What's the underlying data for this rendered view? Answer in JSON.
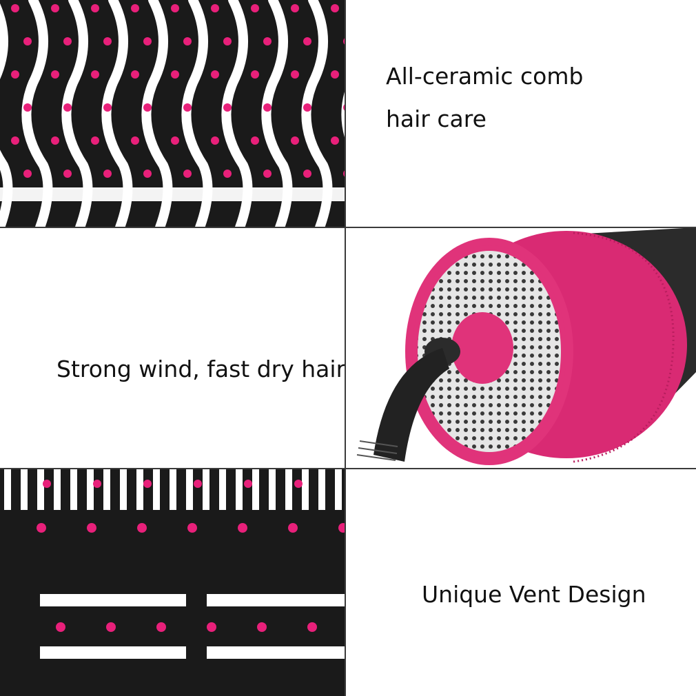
{
  "captions": {
    "ceramic_line1": "All-ceramic comb",
    "ceramic_line2": "hair care",
    "wind": "Strong wind, fast dry hair",
    "vent": "Unique Vent Design"
  },
  "colors": {
    "brush_body": "#1a1a1a",
    "bristle_tip": "#e8207a",
    "barrel_pink": "#e0337a",
    "barrel_dark": "#2b2b2b",
    "mesh": "#d9d9d9",
    "background": "#ffffff"
  },
  "images": {
    "top_left": "brush-bristles-wavy",
    "middle_right": "dryer-vent-closeup",
    "bottom_left": "brush-bristles-vent-slots"
  }
}
